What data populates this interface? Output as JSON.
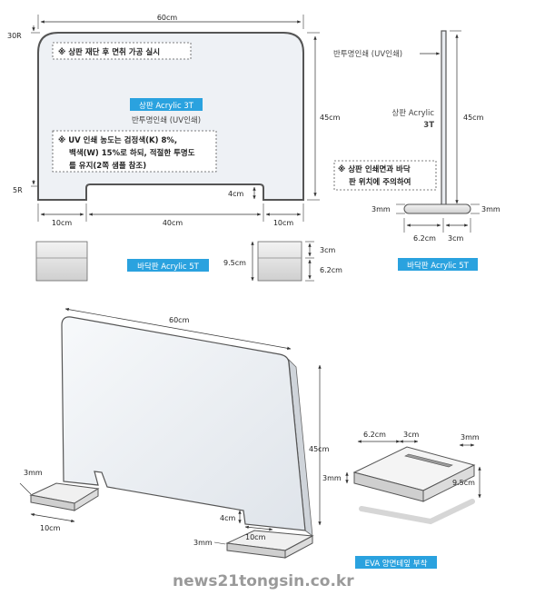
{
  "colors": {
    "accent": "#2aa2df",
    "line": "#444444",
    "panel": "#eef1f5"
  },
  "front_view": {
    "width_label": "60cm",
    "corner_radius_label": "30R",
    "height_label": "45cm",
    "cutout_radius_label": "5R",
    "cutout_height_label": "4cm",
    "left_leg_label": "10cm",
    "middle_label": "40cm",
    "right_leg_label": "10cm",
    "note_top": "※ 상판 재단 후 면취 가공 실시",
    "top_panel_label": "상판 Acrylic 3T",
    "print_label": "반투명인쇄 (UV인쇄)",
    "note_uv_lines": [
      "※ UV 인쇄 농도는 검정색(K) 8%,",
      "백색(W) 15%로 하되, 적절한 투명도",
      "를 유지(2쪽 샘플 참조)"
    ]
  },
  "base_front": {
    "label": "바닥판 Acrylic 5T",
    "height_label": "9.5cm",
    "slot_label": "3cm",
    "depth_label": "6.2cm"
  },
  "side_view": {
    "print_label": "반투명인쇄 (UV인쇄)",
    "panel_label_line1": "상판 Acrylic",
    "panel_label_line2": "3T",
    "height_label": "45cm",
    "note_lines": [
      "※ 상판 인쇄면과 바닥",
      "판 위치에 주의하여"
    ],
    "left_thickness_label": "3mm",
    "right_thickness_label": "3mm",
    "depth_label": "6.2cm",
    "slot_label": "3cm",
    "base_label": "바닥판 Acrylic 5T"
  },
  "perspective": {
    "width_label": "60cm",
    "height_label": "45cm",
    "left_thickness_label": "3mm",
    "left_leg_label": "10cm",
    "cutout_height_label": "4cm",
    "right_leg_label": "10cm",
    "right_thickness_label": "3mm"
  },
  "base_detail": {
    "depth_label": "6.2cm",
    "slot_label": "3cm",
    "right_label": "3mm",
    "left_thickness_label": "3mm",
    "length_label": "9.5cm",
    "tape_label": "EVA 양면테잎 부착"
  },
  "watermark": "news21tongsin.co.kr"
}
